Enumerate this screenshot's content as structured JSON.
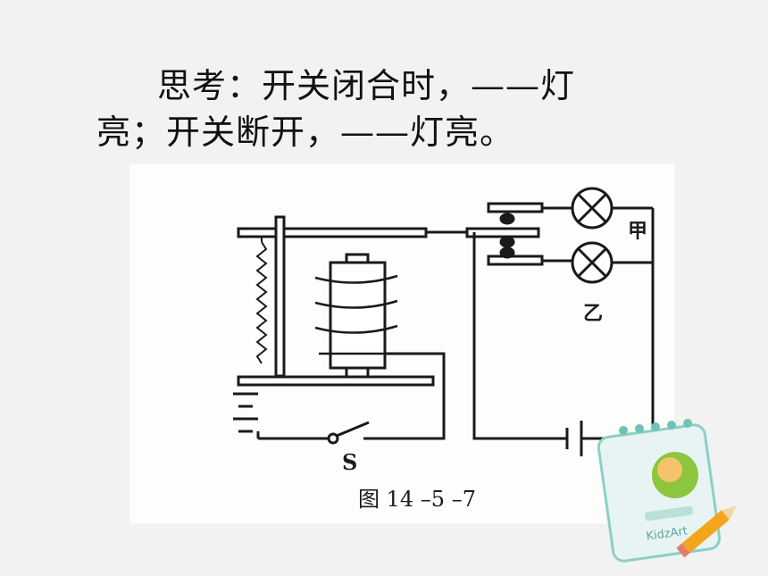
{
  "question": {
    "line1": "思考：开关闭合时，——灯",
    "line2": "亮；开关断开，——灯亮。"
  },
  "diagram": {
    "lamp_top_label": "甲",
    "lamp_bottom_label": "乙",
    "switch_label": "S",
    "caption": "图 14 –5 –7"
  },
  "sticker": {
    "brand": "KidzArt"
  }
}
